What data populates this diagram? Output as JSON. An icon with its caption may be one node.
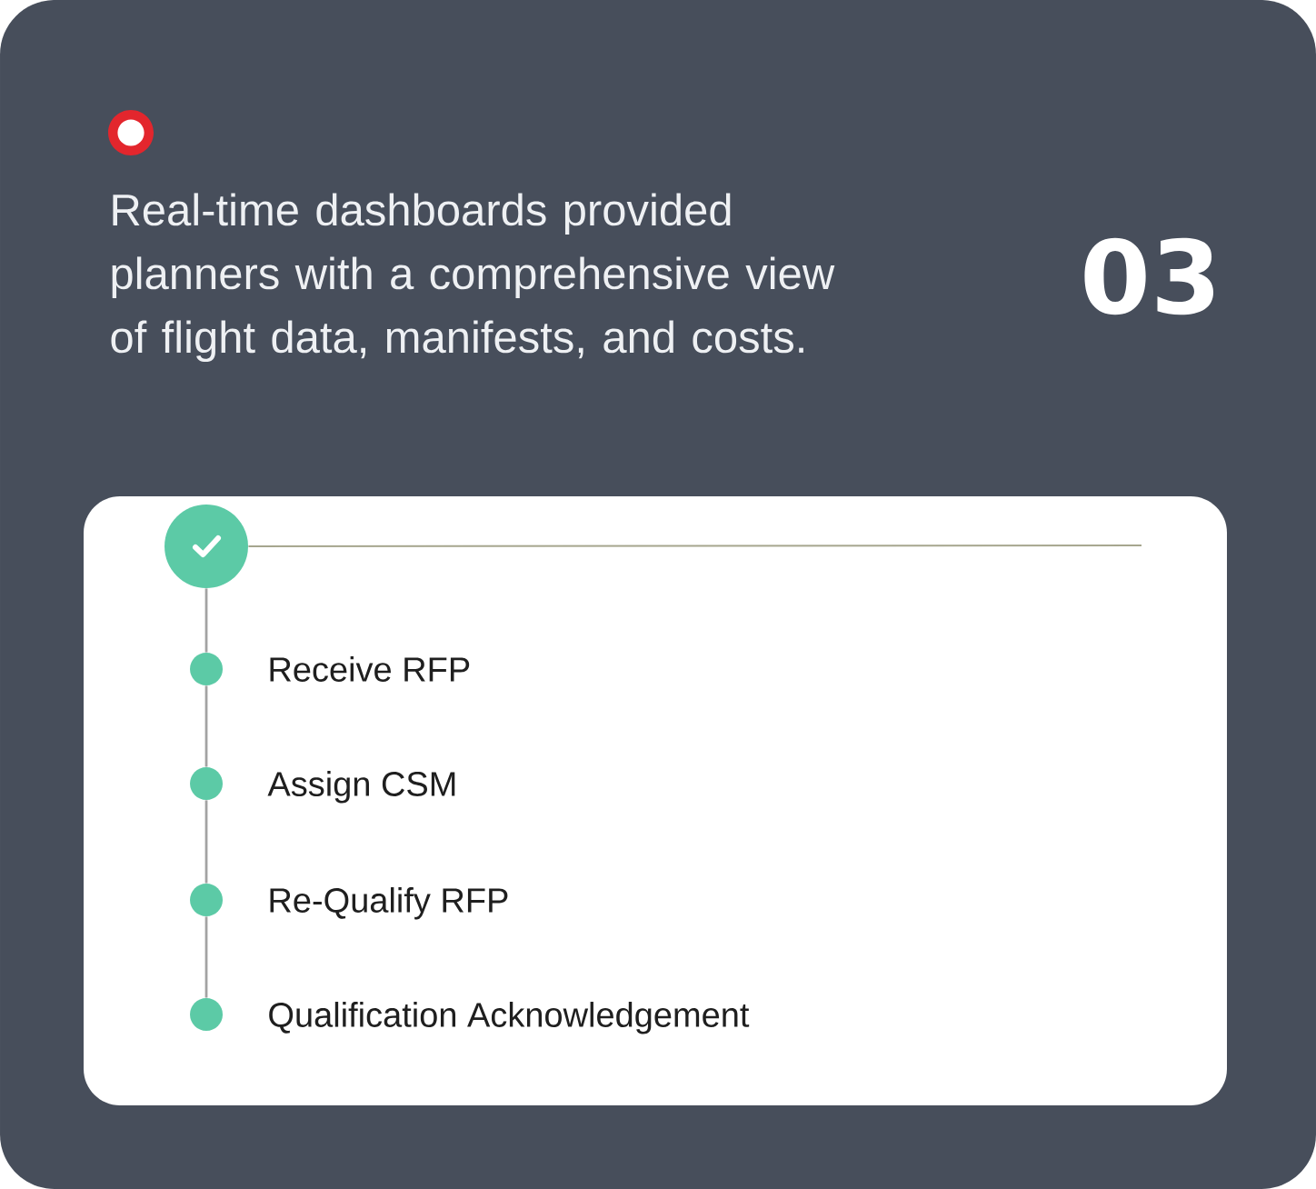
{
  "diagram": {
    "nodes": [
      {
        "text": [
          "Real-time dashboards provided planners with a comprehensive view of flight data, manifests, and costs.",
          "03"
        ]
      },
      {
        "text": [],
        "shape": "box",
        "in": 0
      },
      {
        "text": [],
        "shape": "circle",
        "in": 1
      },
      {
        "text": [],
        "shape": "circle",
        "beside": [
          "Receive RFP"
        ],
        "in": 1
      },
      {
        "text": [],
        "shape": "circle",
        "beside": [
          "Assign CSM"
        ],
        "in": 1
      },
      {
        "text": [],
        "shape": "circle",
        "beside": [
          "Re-Qualify RFP"
        ],
        "in": 1
      },
      {
        "text": [],
        "shape": "circle",
        "beside": [
          "Qualification Acknowledgement"
        ],
        "in": 1
      }
    ],
    "edges": [
      {
        "from": 2,
        "to": 3,
        "arrow": "none"
      },
      {
        "from": 3,
        "to": 4,
        "arrow": "none"
      },
      {
        "from": 4,
        "to": 5,
        "arrow": "none"
      },
      {
        "from": 5,
        "to": 6,
        "arrow": "none"
      },
      {
        "from": 2,
        "to": null,
        "arrow": "none",
        "color": "#a6a68e"
      }
    ]
  }
}
